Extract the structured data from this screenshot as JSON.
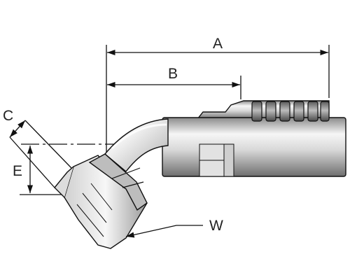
{
  "diagram": {
    "dimension_labels": {
      "a": "A",
      "b": "B",
      "c": "C",
      "e": "E",
      "w": "W"
    },
    "colors": {
      "line": "#111111",
      "metal_light": "#f4f4f4",
      "metal_mid": "#cfcfcf",
      "metal_dark": "#7d7d7d",
      "label": "#222222"
    }
  }
}
